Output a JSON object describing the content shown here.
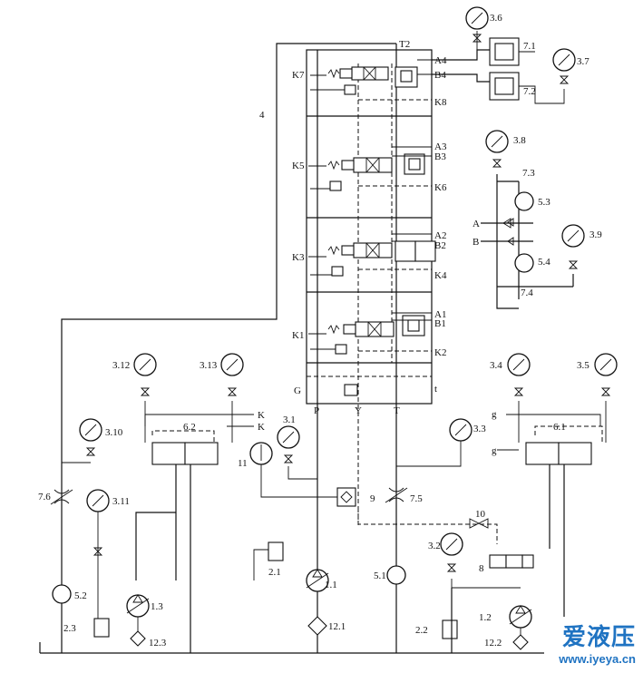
{
  "labels": {
    "T2": "T2",
    "A4": "A4",
    "B4": "B4",
    "K7": "K7",
    "K8": "K8",
    "n4": "4",
    "A3": "A3",
    "B3": "B3",
    "K5": "K5",
    "K6": "K6",
    "A2": "A2",
    "B2": "B2",
    "K3": "K3",
    "K4": "K4",
    "A1": "A1",
    "B1": "B1",
    "K1": "K1",
    "K2": "K2",
    "G": "G",
    "P": "P",
    "Y": "Y",
    "T": "T",
    "t": "t",
    "K_a": "K",
    "K_b": "K",
    "g_a": "g",
    "g_b": "g",
    "A": "A",
    "B": "B",
    "g36": "3.6",
    "g37": "3.7",
    "g38": "3.8",
    "g39": "3.9",
    "v71": "7.1",
    "v72": "7.2",
    "v73": "7.3",
    "v74": "7.4",
    "m53": "5.3",
    "m54": "5.4",
    "g312": "3.12",
    "g313": "3.13",
    "g310": "3.10",
    "g311": "3.11",
    "g31": "3.1",
    "g33": "3.3",
    "g34": "3.4",
    "g35": "3.5",
    "g32": "3.2",
    "v62": "6.2",
    "v61": "6.1",
    "n11": "11",
    "n9": "9",
    "n10": "10",
    "n8": "8",
    "v76": "7.6",
    "v75": "7.5",
    "m52": "5.2",
    "m51": "5.1",
    "p13": "1.3",
    "p11": "1.1",
    "p12": "1.2",
    "r21": "2.1",
    "r22": "2.2",
    "r23": "2.3",
    "f121": "12.1",
    "f122": "12.2",
    "f123": "12.3"
  },
  "watermark": {
    "brand": "爱液压",
    "url": "www.iyeya.cn"
  }
}
